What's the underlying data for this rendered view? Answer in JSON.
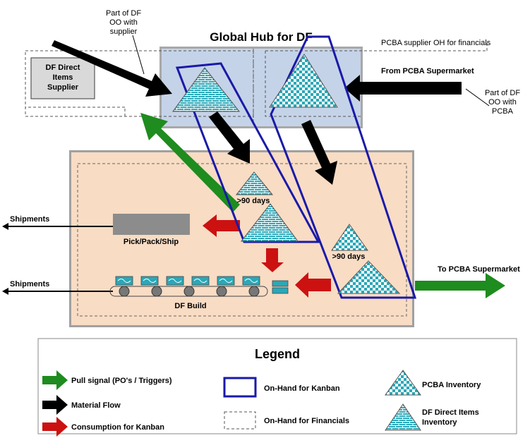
{
  "title": "Global Hub for DF",
  "annotations": {
    "part_of_df_oo_supplier": [
      "Part of DF",
      "OO with",
      "supplier"
    ],
    "pcba_supplier_oh": "PCBA supplier OH for financials",
    "from_pcba_supermarket": "From PCBA Supermarket",
    "part_of_df_oo_pcba": [
      "Part of DF",
      "OO with",
      "PCBA"
    ],
    "to_pcba_supermarket": "To PCBA Supermarket",
    "over_90_days_left": ">90 days",
    "over_90_days_right": ">90 days"
  },
  "supplier_box": [
    "DF Direct",
    "Items",
    "Supplier"
  ],
  "shipments_top": "Shipments",
  "shipments_bottom": "Shipments",
  "pick_pack_ship": "Pick/Pack/Ship",
  "df_build": "DF Build",
  "legend": {
    "title": "Legend",
    "pull_signal": "Pull signal (PO's / Triggers)",
    "material_flow": "Material Flow",
    "consumption": "Consumption for Kanban",
    "on_hand_kanban": "On-Hand for Kanban",
    "on_hand_financials": "On-Hand for Financials",
    "pcba_inventory": "PCBA Inventory",
    "df_direct_inventory": [
      "DF Direct Items",
      "Inventory"
    ]
  },
  "colors": {
    "pull_green": "#1e8c1e",
    "material_black": "#000000",
    "consumption_red": "#cc1111",
    "kanban_blue": "#1a1aa8",
    "hub_fill": "#c5d3e8",
    "plant_fill": "#f8dcc4",
    "inventory_teal": "#2aa8b8"
  }
}
